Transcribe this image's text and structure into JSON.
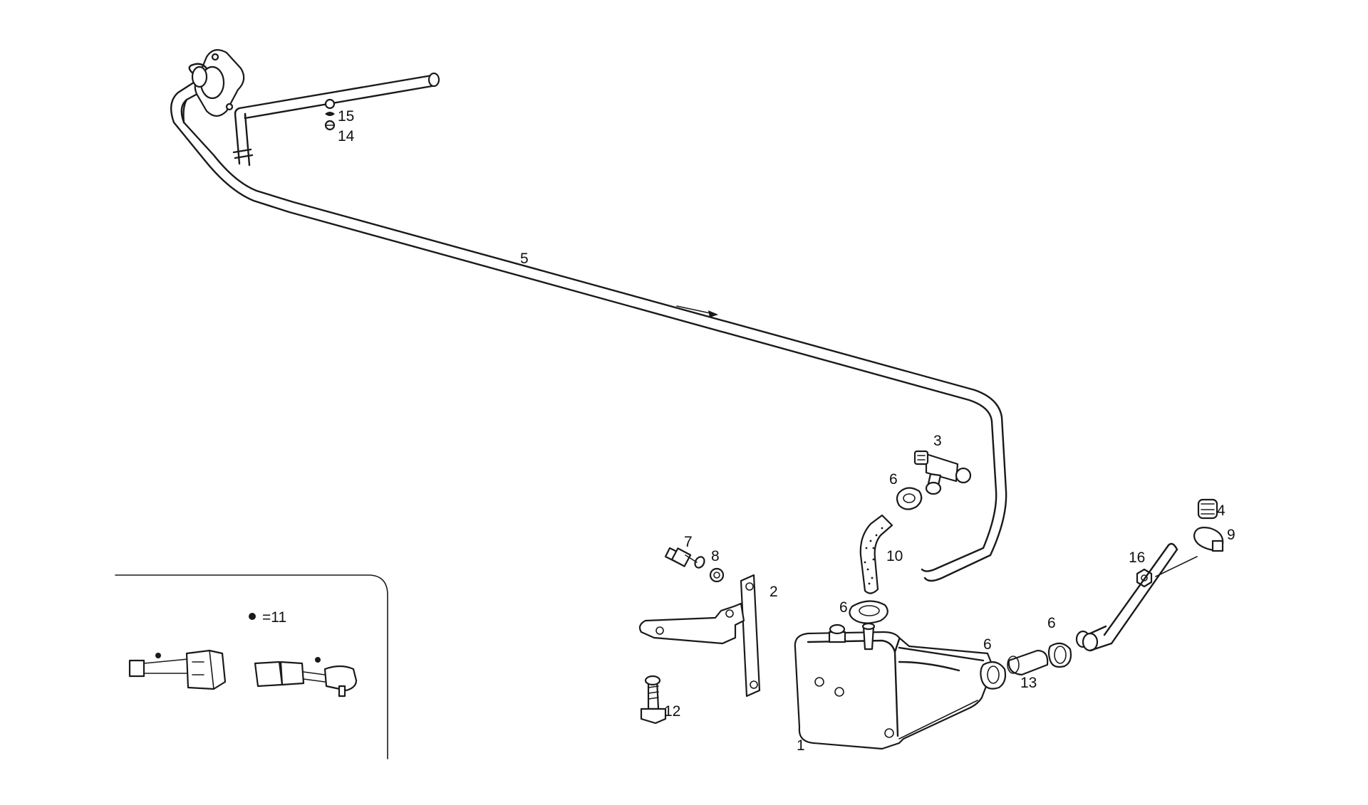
{
  "callouts": {
    "c1": "1",
    "c2": "2",
    "c3": "3",
    "c4": "4",
    "c5": "5",
    "c6a": "6",
    "c6b": "6",
    "c6c": "6",
    "c6d": "6",
    "c7": "7",
    "c8": "8",
    "c9": "9",
    "c10": "10",
    "c12": "12",
    "c13": "13",
    "c14": "14",
    "c15": "15",
    "c16": "16"
  },
  "inset": {
    "legend": "=11"
  }
}
